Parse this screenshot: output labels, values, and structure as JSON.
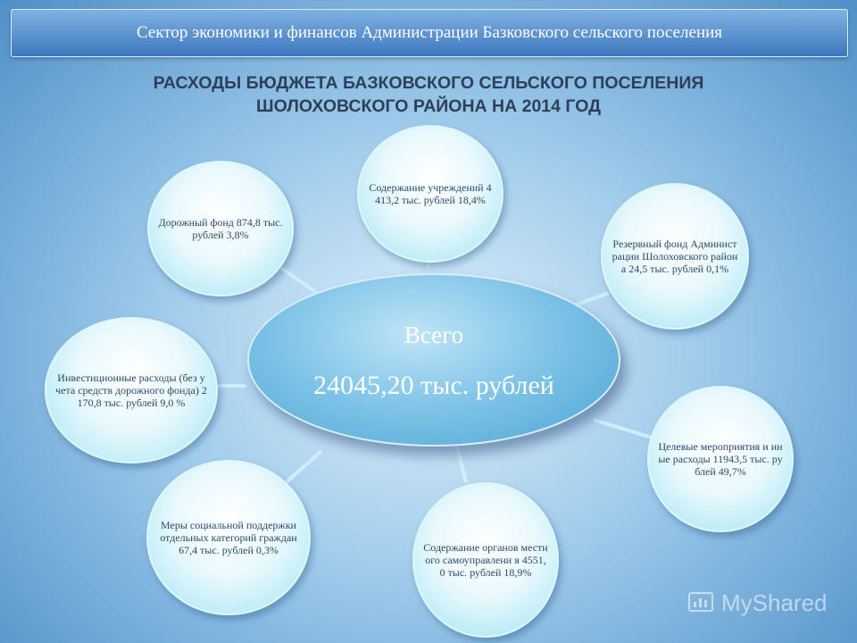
{
  "header": {
    "banner": "Сектор экономики и финансов Администрации Базковского сельского поселения",
    "title_line1": "РАСХОДЫ БЮДЖЕТА БАЗКОВСКОГО СЕЛЬСКОГО ПОСЕЛЕНИЯ",
    "title_line2": "ШОЛОХОВСКОГО РАЙОНА НА 2014 ГОД"
  },
  "center": {
    "label": "Всего",
    "value": "24045,20 тыс. рублей"
  },
  "nodes": [
    "Содержание учреждений 4413,2 тыс. рублей 18,4%",
    "Резервный фонд Администрации Шолоховского района 24,5 тыс. рублей 0,1%",
    "Целевые мероприятия и иные расходы 11943,5 тыс. рублей 49,7%",
    "Содержание органов местного самоуправлени я 4551,0 тыс. рублей 18,9%",
    "Меры социальной поддержки отдельных категорий граждан 67,4 тыс. рублей 0,3%",
    "Инвестиционные расходы (без учета средств дорожного фонда) 2170,8 тыс. рублей 9,0 %",
    "Дорожный фонд 874,8 тыс. рублей 3,8%"
  ],
  "watermark": "MyShared",
  "colors": {
    "banner": "#4a86c8",
    "center": "#6bb8e0",
    "node_edge": "#9fe3f3",
    "connector": "#cdeff9",
    "node_text": "#274a6e"
  }
}
